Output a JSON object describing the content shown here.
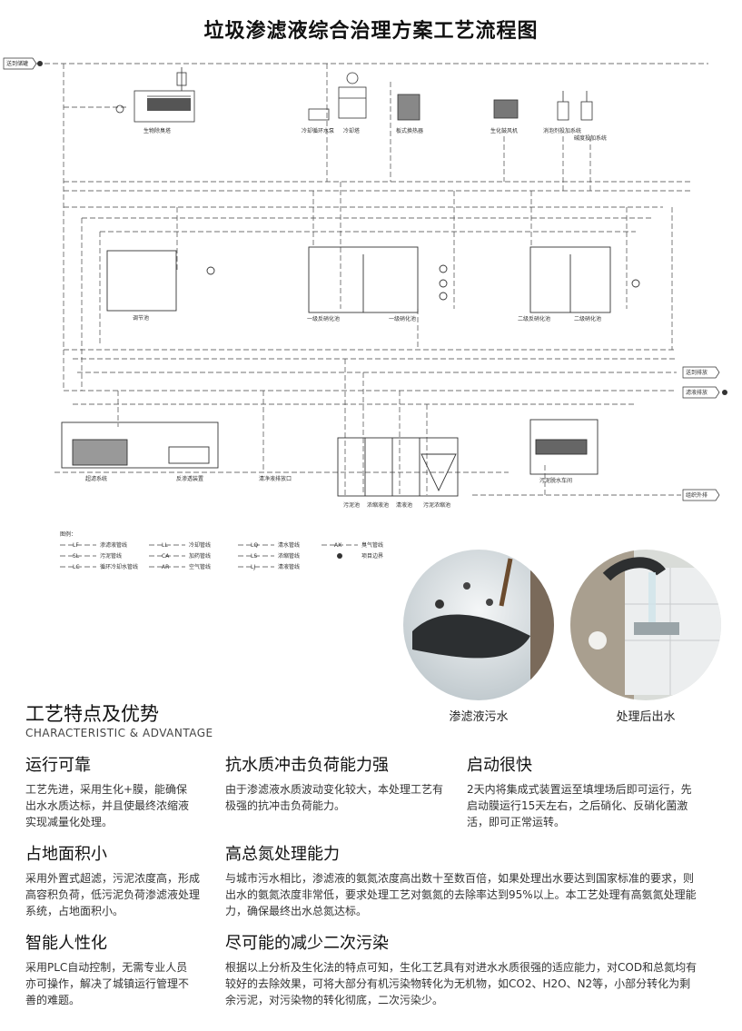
{
  "title": "垃圾渗滤液综合治理方案工艺流程图",
  "diagram": {
    "units": {
      "biodeodor": "生物除臭塔",
      "cool_pump": "冷却循环水泵",
      "cool_tower": "冷却塔",
      "plate_hx": "板式换热器",
      "blower": "生化鼓风机",
      "defoam": "消泡剂投加系统",
      "alkali": "碱度投加系统",
      "reg_tank": "调节池",
      "denit1": "一级反硝化池",
      "nit1": "一级硝化池",
      "denit2": "二级反硝化池",
      "nit2": "二级硝化池",
      "uf": "超滤系统",
      "ro": "反渗透装置",
      "clean_out": "清净液排放口",
      "sludge": "污泥池",
      "conc": "浓缩液池",
      "clear": "清液池",
      "sludge_conc": "污泥浓缩池",
      "dewater": "污泥脱水车间"
    },
    "arrows": {
      "to_tank": "送到储罐",
      "to_env1": "送到排放",
      "to_env2": "滤液排放",
      "to_out": "组织外排"
    },
    "legend": {
      "heading": "图例：",
      "items": [
        {
          "code": "LF",
          "label": "渗滤液管线"
        },
        {
          "code": "SL",
          "label": "污泥管线"
        },
        {
          "code": "LC",
          "label": "循环冷却水管线"
        },
        {
          "code": "LL",
          "label": "冷却管线"
        },
        {
          "code": "CA",
          "label": "加药管线"
        },
        {
          "code": "AR",
          "label": "空气管线"
        },
        {
          "code": "LQ",
          "label": "清水管线"
        },
        {
          "code": "LS",
          "label": "浓缩管线"
        },
        {
          "code": "LJ",
          "label": "清液管线"
        },
        {
          "code": "AX",
          "label": "臭气管线"
        },
        {
          "code": "",
          "label": "项目边界"
        }
      ]
    }
  },
  "photos": [
    {
      "caption": "渗滤液污水"
    },
    {
      "caption": "处理后出水"
    }
  ],
  "section": {
    "title": "工艺特点及优势",
    "subtitle": "CHARACTERISTIC & ADVANTAGE"
  },
  "features": [
    {
      "title": "运行可靠",
      "text": "工艺先进，采用生化+膜，能确保出水水质达标，并且使最终浓缩液实现减量化处理。"
    },
    {
      "title": "抗水质冲击负荷能力强",
      "text": "由于渗滤液水质波动变化较大，本处理工艺有极强的抗冲击负荷能力。"
    },
    {
      "title": "启动很快",
      "text": "2天内将集成式装置运至填埋场后即可运行，先启动膜运行15天左右，之后硝化、反硝化菌激活，即可正常运转。"
    },
    {
      "title": "占地面积小",
      "text": "采用外置式超滤，污泥浓度高，形成高容积负荷，低污泥负荷渗滤液处理系统，占地面积小。"
    },
    {
      "title": "高总氮处理能力",
      "text": "与城市污水相比，渗滤液的氨氮浓度高出数十至数百倍，如果处理出水要达到国家标准的要求，则出水的氨氮浓度非常低，要求处理工艺对氨氮的去除率达到95%以上。本工艺处理有高氨氮处理能力，确保最终出水总氮达标。"
    },
    {
      "title": "智能人性化",
      "text": "采用PLC自动控制，无需专业人员亦可操作，解决了城镇运行管理不善的难题。"
    },
    {
      "title": "尽可能的减少二次污染",
      "text": "根据以上分析及生化法的特点可知，生化工艺具有对进水水质很强的适应能力，对COD和总氮均有较好的去除效果，可将大部分有机污染物转化为无机物，如CO2、H2O、N2等，小部分转化为剩余污泥，对污染物的转化彻底，二次污染少。"
    }
  ]
}
